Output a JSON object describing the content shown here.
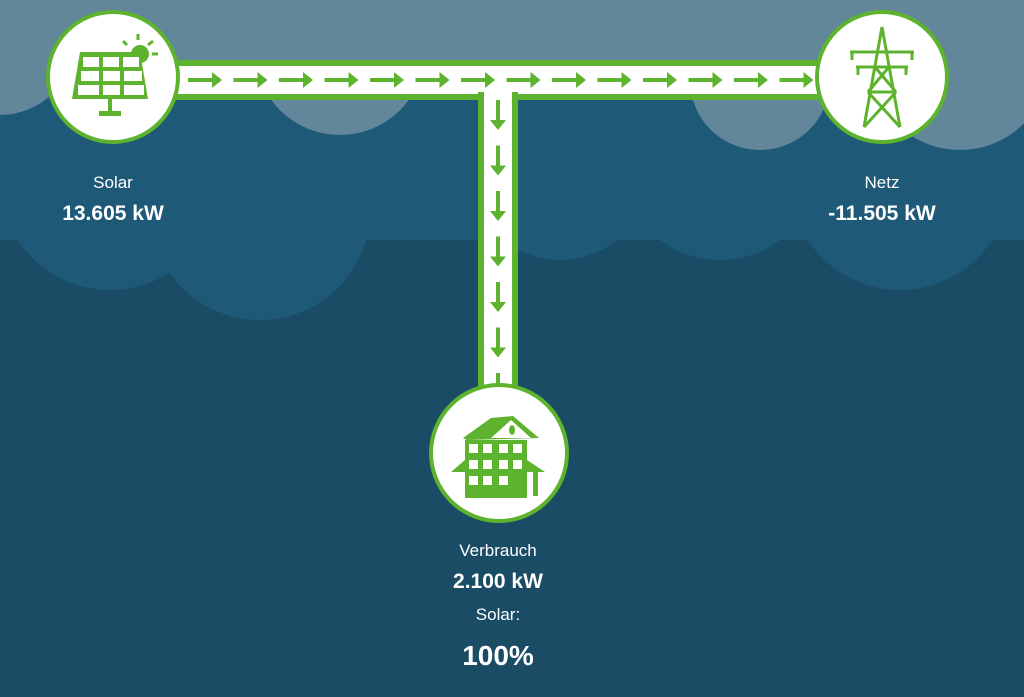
{
  "solar": {
    "label": "Solar",
    "value": "13.605 kW",
    "icon": "solar-panel-icon"
  },
  "grid": {
    "label": "Netz",
    "value": "-11.505 kW",
    "icon": "power-pylon-icon"
  },
  "consumption": {
    "label": "Verbrauch",
    "value": "2.100 kW",
    "solar_share_label": "Solar:",
    "solar_share_value": "100%",
    "icon": "house-icon"
  },
  "colors": {
    "accent": "#5db32d",
    "sky": "#62869a",
    "cloud_mid": "#1e5a78",
    "cloud_dark": "#1a4c65"
  }
}
